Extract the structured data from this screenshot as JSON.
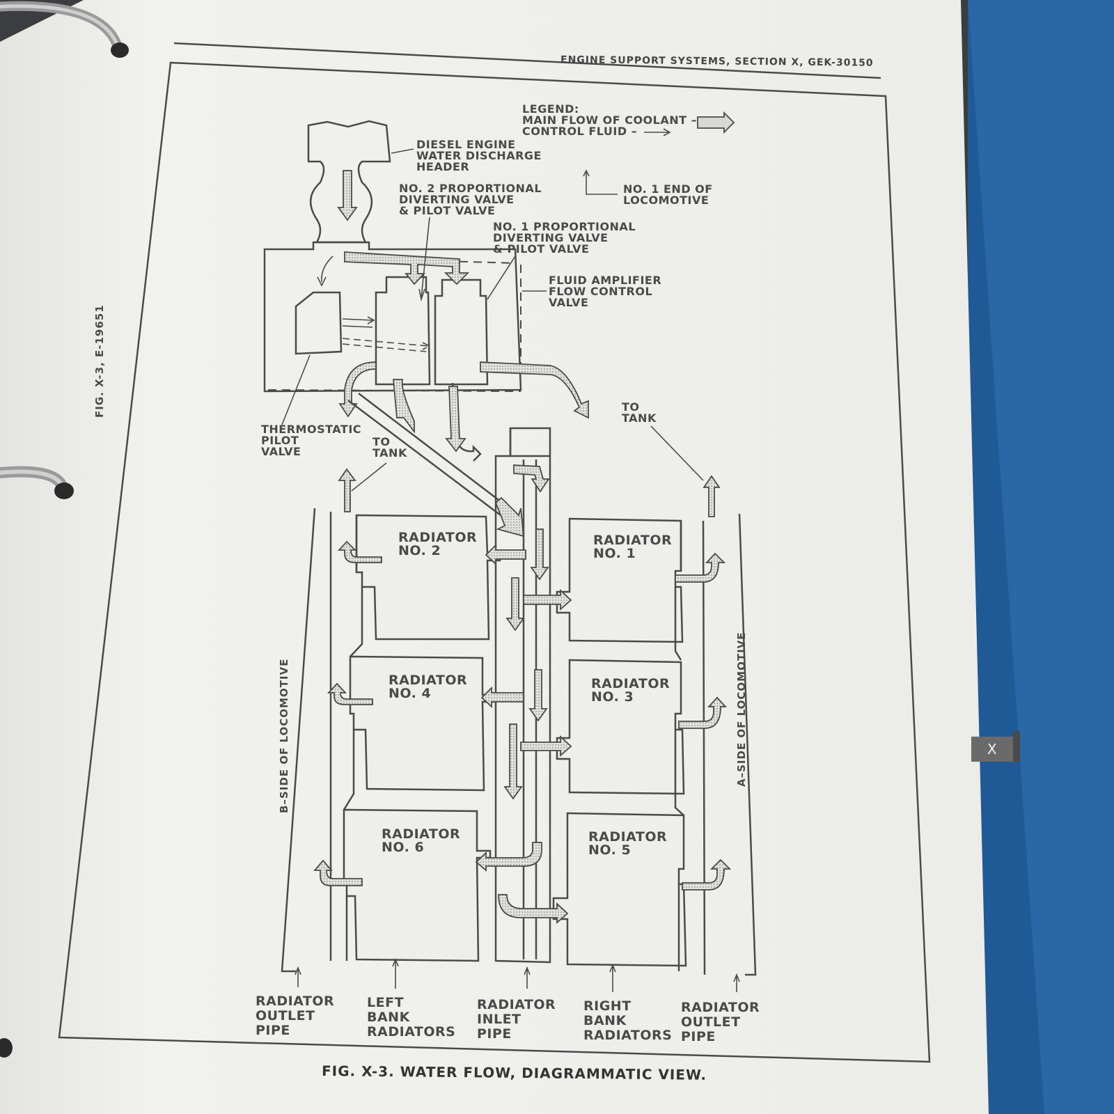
{
  "header": {
    "running_head": "ENGINE SUPPORT SYSTEMS, SECTION X, GEK-30150"
  },
  "figure": {
    "side_ref": "FIG. X-3, E-19651",
    "caption": "FIG. X-3.  WATER FLOW, DIAGRAMMATIC VIEW.",
    "page_tab": "X"
  },
  "legend": {
    "title": "LEGEND:",
    "main_flow": "MAIN FLOW OF COOLANT –",
    "control_fluid": "CONTROL FLUID –"
  },
  "labels": {
    "discharge_header": [
      "DIESEL ENGINE",
      "WATER DISCHARGE",
      "HEADER"
    ],
    "no2_valve": [
      "NO. 2 PROPORTIONAL",
      "DIVERTING VALVE",
      "& PILOT VALVE"
    ],
    "no1_end": [
      "NO. 1 END OF",
      "LOCOMOTIVE"
    ],
    "no1_valve": [
      "NO. 1 PROPORTIONAL",
      "DIVERTING VALVE",
      "& PILOT VALVE"
    ],
    "fluid_amplifier": [
      "FLUID AMPLIFIER",
      "FLOW CONTROL",
      "VALVE"
    ],
    "to_tank_right": [
      "TO",
      "TANK"
    ],
    "thermostatic": [
      "THERMOSTATIC",
      "PILOT",
      "VALVE"
    ],
    "to_tank_left": [
      "TO",
      "TANK"
    ],
    "b_side": "B–SIDE OF LOCOMOTIVE",
    "a_side": "A–SIDE OF LOCOMOTIVE"
  },
  "radiators": [
    {
      "id": "2",
      "line1": "RADIATOR",
      "line2": "NO. 2"
    },
    {
      "id": "1",
      "line1": "RADIATOR",
      "line2": "NO. 1"
    },
    {
      "id": "4",
      "line1": "RADIATOR",
      "line2": "NO. 4"
    },
    {
      "id": "3",
      "line1": "RADIATOR",
      "line2": "NO. 3"
    },
    {
      "id": "6",
      "line1": "RADIATOR",
      "line2": "NO. 6"
    },
    {
      "id": "5",
      "line1": "RADIATOR",
      "line2": "NO. 5"
    }
  ],
  "bottom_labels": {
    "outlet_left": [
      "RADIATOR",
      "OUTLET",
      "PIPE"
    ],
    "left_bank": [
      "LEFT",
      "BANK",
      "RADIATORS"
    ],
    "inlet": [
      "RADIATOR",
      "INLET",
      "PIPE"
    ],
    "right_bank": [
      "RIGHT",
      "BANK",
      "RADIATORS"
    ],
    "outlet_right": [
      "RADIATOR",
      "OUTLET",
      "PIPE"
    ]
  }
}
